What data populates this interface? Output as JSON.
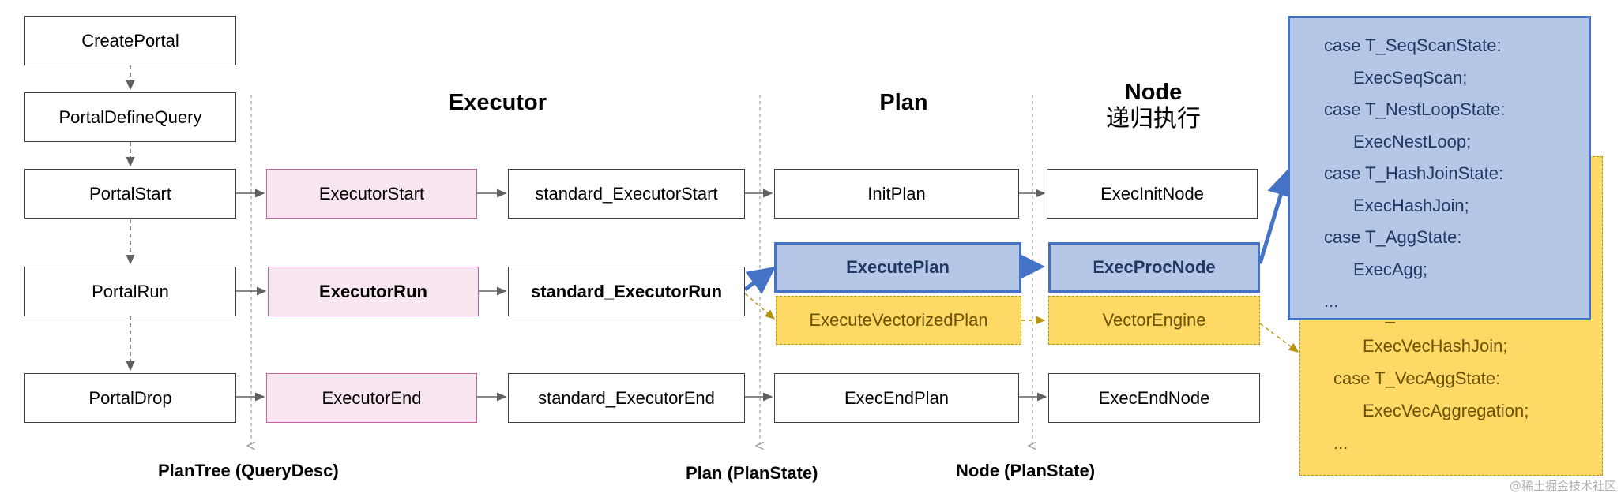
{
  "headings": {
    "executor": "Executor",
    "plan": "Plan",
    "node": "Node",
    "node_sub": "递归执行"
  },
  "portal": {
    "create": "CreatePortal",
    "define_query": "PortalDefineQuery",
    "start": "PortalStart",
    "run": "PortalRun",
    "drop": "PortalDrop"
  },
  "executor": {
    "start": "ExecutorStart",
    "run": "ExecutorRun",
    "end": "ExecutorEnd"
  },
  "standard": {
    "start": "standard_ExecutorStart",
    "run": "standard_ExecutorRun",
    "end": "standard_ExecutorEnd"
  },
  "plan": {
    "init": "InitPlan",
    "execute": "ExecutePlan",
    "vectorized": "ExecuteVectorizedPlan",
    "end": "ExecEndPlan"
  },
  "node": {
    "init": "ExecInitNode",
    "proc": "ExecProcNode",
    "vector_engine": "VectorEngine",
    "end": "ExecEndNode"
  },
  "footer": {
    "plantree": "PlanTree (QueryDesc)",
    "plan": "Plan (PlanState)",
    "node": "Node (PlanState)"
  },
  "blue_panel": {
    "lines": [
      "case T_SeqScanState:",
      "ExecSeqScan;",
      "case T_NestLoopState:",
      "ExecNestLoop;",
      "case T_HashJoinState:",
      "ExecHashJoin;",
      "case T_AggState:",
      "ExecAgg;",
      "..."
    ]
  },
  "yellow_panel": {
    "lines": [
      "case T_VecHashJoinState:",
      "ExecVecHashJoin;",
      "case T_VecAggState:",
      "ExecVecAggregation;",
      "..."
    ]
  },
  "watermark": "@稀土掘金技术社区",
  "colors": {
    "blue_border": "#4472c4",
    "blue_fill": "#b4c7e7",
    "yellow_fill": "#ffd966",
    "yellow_border": "#b8940c",
    "pink_fill": "#f7e6f0",
    "pink_border": "#cc5fa0"
  }
}
